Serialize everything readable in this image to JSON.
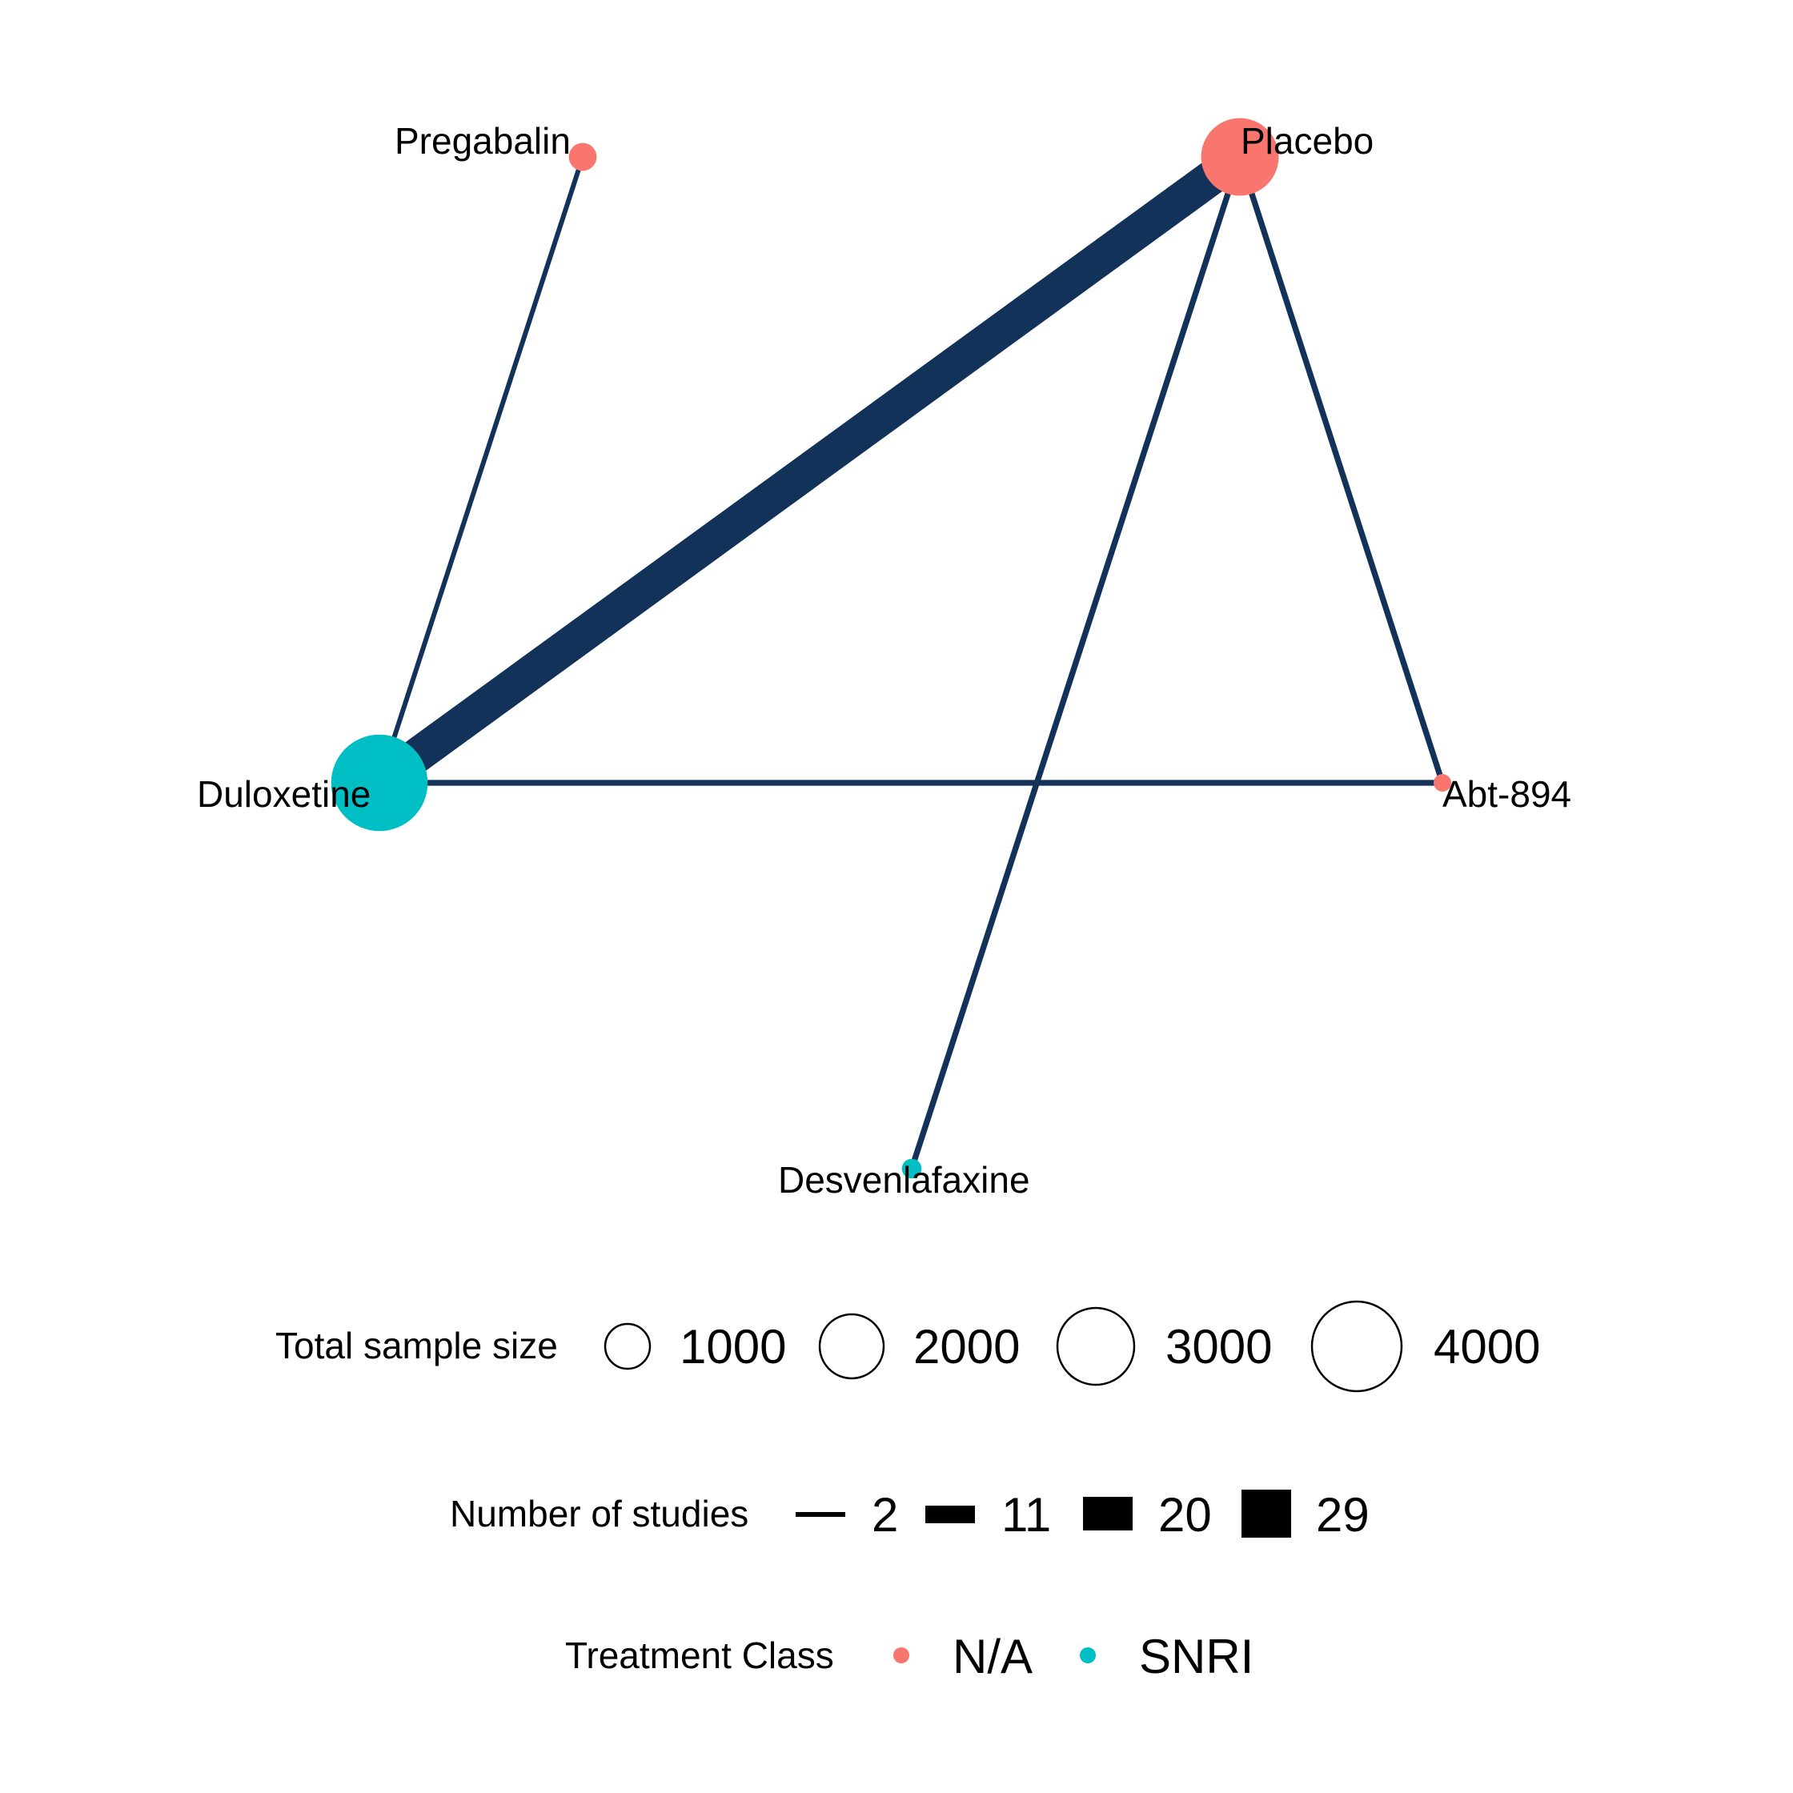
{
  "nodes": [
    {
      "id": "pregabalin",
      "label": "Pregabalin",
      "class": "N/A",
      "sample_size": 400
    },
    {
      "id": "placebo",
      "label": "Placebo",
      "class": "N/A",
      "sample_size": 3100
    },
    {
      "id": "duloxetine",
      "label": "Duloxetine",
      "class": "SNRI",
      "sample_size": 4800
    },
    {
      "id": "abt894",
      "label": "Abt-894",
      "class": "N/A",
      "sample_size": 150
    },
    {
      "id": "desvenlafaxine",
      "label": "Desvenlafaxine",
      "class": "SNRI",
      "sample_size": 200
    }
  ],
  "edges": [
    {
      "from": "pregabalin",
      "to": "duloxetine",
      "studies": 1
    },
    {
      "from": "placebo",
      "to": "duloxetine",
      "studies": 29
    },
    {
      "from": "placebo",
      "to": "desvenlafaxine",
      "studies": 2
    },
    {
      "from": "placebo",
      "to": "abt894",
      "studies": 2
    },
    {
      "from": "duloxetine",
      "to": "abt894",
      "studies": 2
    }
  ],
  "legend": {
    "sample_size": {
      "title": "Total sample size",
      "values": [
        "1000",
        "2000",
        "3000",
        "4000"
      ]
    },
    "studies": {
      "title": "Number of studies",
      "values": [
        "2",
        "11",
        "20",
        "29"
      ]
    },
    "treatment_class": {
      "title": "Treatment Class",
      "items": [
        {
          "label": "N/A",
          "color": "#F8766D"
        },
        {
          "label": "SNRI",
          "color": "#00BFC4"
        }
      ]
    }
  },
  "colors": {
    "edge": "#12325A",
    "na": "#F8766D",
    "snri": "#00BFC4"
  }
}
